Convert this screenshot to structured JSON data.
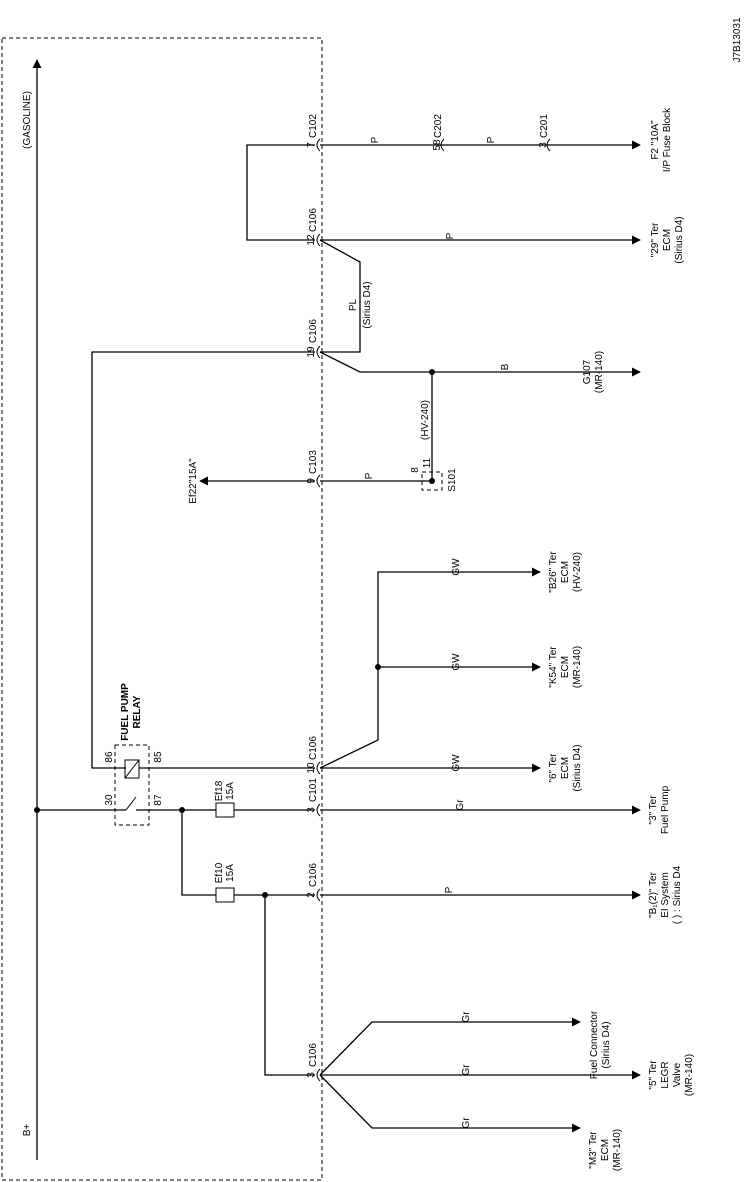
{
  "figure_id": "J7B13031",
  "region_label": "(GASOLINE)",
  "power_label": "B+",
  "relay": {
    "title_line1": "FUEL PUMP",
    "title_line2": "RELAY",
    "pin_30": "30",
    "pin_86": "86",
    "pin_85": "85",
    "pin_87": "87"
  },
  "fuses": {
    "ef18": {
      "name": "Ef18",
      "rating": "15A"
    },
    "ef10": {
      "name": "Ef10",
      "rating": "15A"
    }
  },
  "connectors": {
    "c102_pin": "7",
    "c102": "C102",
    "c106_12_pin": "12",
    "c106_12": "C106",
    "c106_19_pin": "19",
    "c106_19": "C106",
    "c103_pin": "9",
    "c103": "C103",
    "c106_10_pin": "10",
    "c106_10": "C106",
    "c101_pin": "3",
    "c101": "C101",
    "c106_2_pin": "2",
    "c106_2": "C106",
    "c106_3_pin": "3",
    "c106_3": "C106",
    "c202_pin": "58",
    "c202": "C202",
    "c201_pin": "3",
    "c201": "C201"
  },
  "splice": {
    "name": "S101",
    "pin_a": "8",
    "pin_b": "11"
  },
  "wires": {
    "p_1": "P",
    "p_2": "P",
    "p_3": "P",
    "p_4": "P",
    "p_5": "P",
    "pl": "PL",
    "pl_note": "(Sirius D4)",
    "hv": "(HV-240)",
    "b": "B",
    "gw_1": "GW",
    "gw_2": "GW",
    "gw_3": "GW",
    "gr_1": "Gr",
    "gr_2": "Gr",
    "gr_3": "Gr",
    "gr_4": "Gr"
  },
  "destinations": {
    "fuse_block": [
      "F2 \"10A\"",
      "I/P Fuse Block"
    ],
    "ecm_29": [
      "\"29\" Ter",
      "ECM",
      "(Sirius D4)"
    ],
    "g107": [
      "G107",
      "(MR-140)"
    ],
    "ef22": [
      "Ef22\"15A\""
    ],
    "ecm_b26": [
      "\"B26\" Ter",
      "ECM",
      "(HV-240)"
    ],
    "ecm_k54": [
      "\"K54\" Ter",
      "ECM",
      "(MR-140)"
    ],
    "ecm_6": [
      "\"6\" Ter",
      "ECM",
      "(Sirius D4)"
    ],
    "fuel_pump": [
      "\"3\" Ter",
      "Fuel Pump"
    ],
    "ei_system": [
      "\"B₁(2)\" Ter",
      "EI System",
      "( ) : Sirius D4"
    ],
    "fuel_connector": [
      "Fuel Connector",
      "(Sirius D4)"
    ],
    "legr": [
      "\"5\" Ter",
      "LEGR",
      "Valve",
      "(MR-140)"
    ],
    "ecm_m3": [
      "\"M3\" Ter",
      "ECM",
      "(MR-140)"
    ]
  }
}
